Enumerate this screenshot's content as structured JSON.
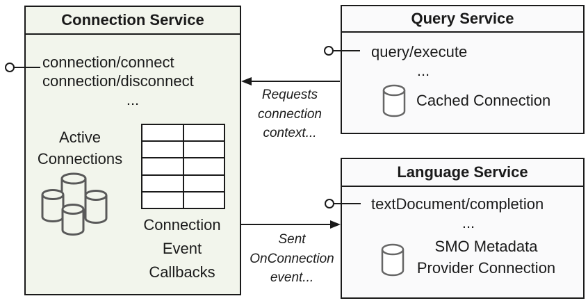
{
  "colors": {
    "connection_box_bg": "#f2f5ec",
    "service_box_bg": "#fafafb",
    "border": "#1a1a1a",
    "cylinder_stroke": "#666666",
    "cluster_stroke": "#595959"
  },
  "connection_service": {
    "title": "Connection Service",
    "methods": [
      "connection/connect",
      "connection/disconnect",
      "..."
    ],
    "active_connections": [
      "Active",
      "Connections"
    ],
    "callbacks_label": [
      "Connection",
      "Event",
      "Callbacks"
    ]
  },
  "query_service": {
    "title": "Query Service",
    "methods": [
      "query/execute",
      "..."
    ],
    "cached_connection_label": "Cached Connection"
  },
  "language_service": {
    "title": "Language Service",
    "methods": [
      "textDocument/completion",
      "..."
    ],
    "smo_label": [
      "SMO Metadata",
      "Provider Connection"
    ]
  },
  "connectors": {
    "requests_arrow_label": [
      "Requests",
      "connection",
      "context..."
    ],
    "sent_arrow_label": [
      "Sent",
      "OnConnection",
      "event..."
    ]
  }
}
